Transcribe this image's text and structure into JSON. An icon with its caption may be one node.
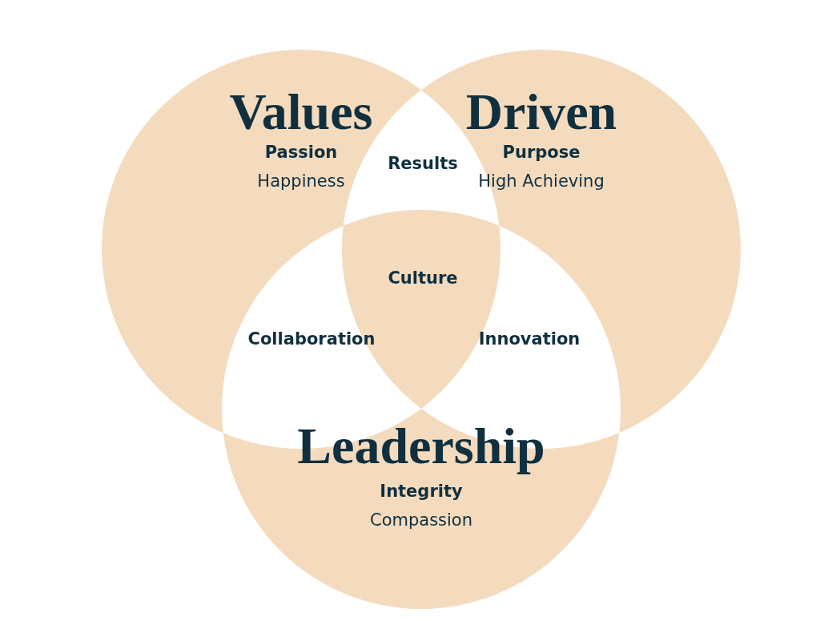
{
  "diagram": {
    "nodes": [
      {
        "text": [
          "Values",
          "Passion",
          "Happiness"
        ]
      },
      {
        "text": [
          "Driven",
          "Purpose",
          "High Achieving"
        ]
      },
      {
        "text": [
          "Leadership",
          "Integrity",
          "Compassion"
        ]
      }
    ],
    "labels": [
      "Results",
      "Culture",
      "Collaboration",
      "Innovation"
    ]
  }
}
